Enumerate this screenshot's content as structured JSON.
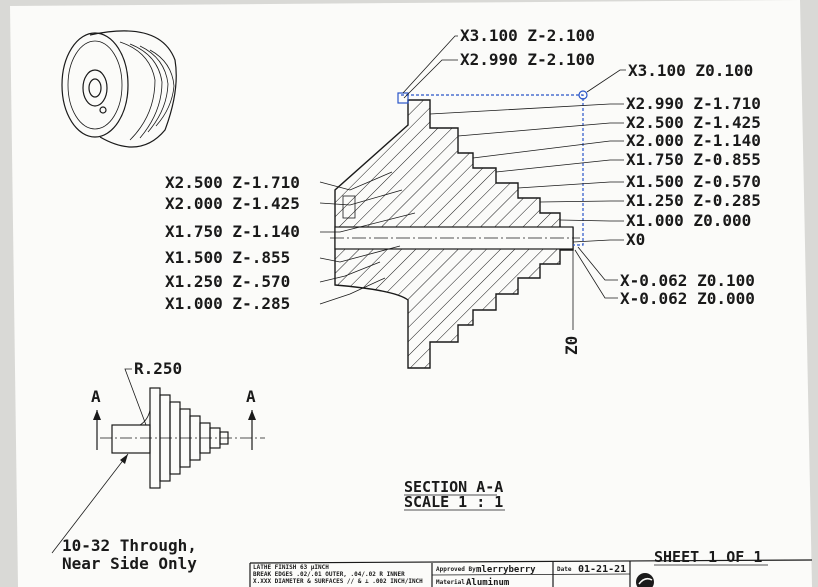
{
  "top_callouts": [
    "X3.100 Z-2.100",
    "X2.990 Z-2.100",
    "X3.100 Z0.100"
  ],
  "right_labels": [
    "X2.990 Z-1.710",
    "X2.500 Z-1.425",
    "X2.000 Z-1.140",
    "X1.750 Z-0.855",
    "X1.500 Z-0.570",
    "X1.250 Z-0.285",
    "X1.000 Z0.000",
    "X0"
  ],
  "left_labels": [
    "X2.500 Z-1.710",
    "X2.000 Z-1.425",
    "X1.750 Z-1.140",
    "X1.500 Z-.855",
    "X1.250 Z-.570",
    "X1.000 Z-.285"
  ],
  "lower_right_labels": [
    "X-0.062 Z0.100",
    "X-0.062 Z0.000"
  ],
  "z0_label": "Z0",
  "radius_label": "R.250",
  "section_marker": "A",
  "thread_note": [
    "10-32 Through,",
    "Near Side Only"
  ],
  "section_title": "SECTION A-A",
  "section_scale": "SCALE 1 : 1",
  "sheet_label": "SHEET 1 OF 1",
  "title_block": {
    "finish": "LATHE FINISH 63 µINCH",
    "edges": "BREAK EDGES .02/.01 OUTER, .04/.02 R INNER",
    "tolerance": "X.XXX DIAMETER & SURFACES // & ⊥ .002 INCH/INCH",
    "approved_label": "Approved By",
    "approved_by": "mlerryberry",
    "date_label": "Date",
    "date": "01-21-21",
    "material_label": "Material",
    "material": "Aluminum"
  },
  "colors": {
    "paper": "#fbfbf9",
    "ink": "#1a1a1a",
    "toolpath": "#2a55c8"
  }
}
